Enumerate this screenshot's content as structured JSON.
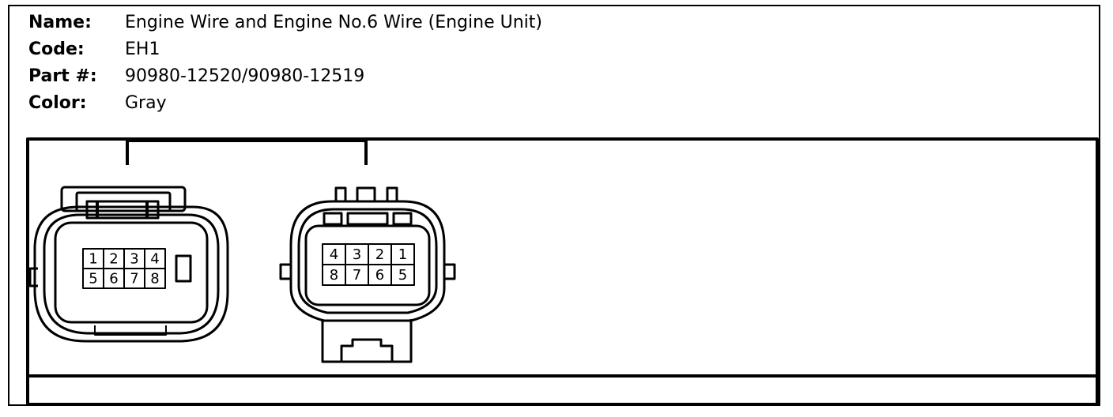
{
  "info": {
    "name_label": "Name:",
    "name_value": "Engine Wire and Engine No.6 Wire (Engine Unit)",
    "code_label": "Code:",
    "code_value": "EH1",
    "part_label": "Part #:",
    "part_value": "90980-12520/90980-12519",
    "color_label": "Color:",
    "color_value": "Gray"
  },
  "connector_female": {
    "pins_top": [
      "1",
      "2",
      "3",
      "4"
    ],
    "pins_bottom": [
      "5",
      "6",
      "7",
      "8"
    ]
  },
  "connector_male": {
    "pins_top": [
      "4",
      "3",
      "2",
      "1"
    ],
    "pins_bottom": [
      "8",
      "7",
      "6",
      "5"
    ]
  }
}
